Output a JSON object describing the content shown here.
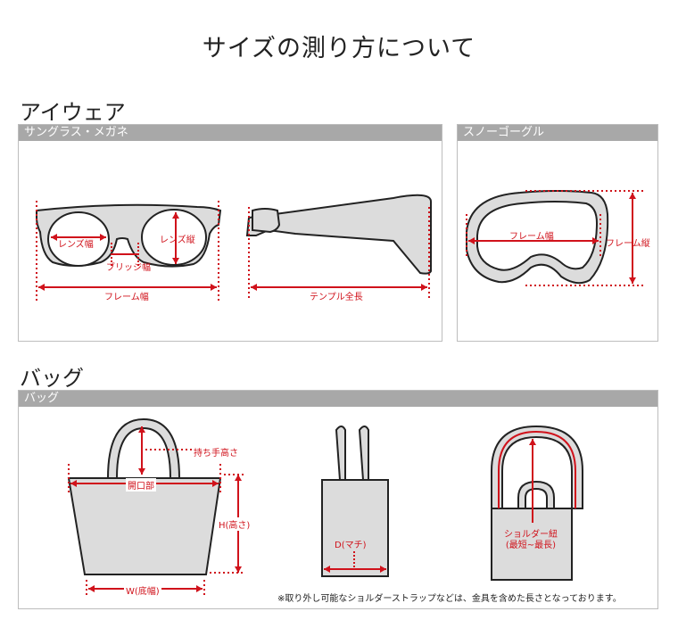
{
  "page_title": "サイズの測り方について",
  "eyewear": {
    "section_title": "アイウェア",
    "sunglasses_panel": "サングラス・メガネ",
    "goggle_panel": "スノーゴーグル",
    "labels": {
      "lens_width": "レンズ幅",
      "lens_height": "レンズ縦",
      "bridge_width": "ブリッジ幅",
      "frame_width": "フレーム幅",
      "temple_length": "テンプル全長",
      "goggle_frame_width": "フレーム幅",
      "goggle_frame_height": "フレーム縦"
    }
  },
  "bag": {
    "section_title": "バッグ",
    "panel": "バッグ",
    "labels": {
      "handle_height": "持ち手高さ",
      "opening": "開口部",
      "height": "H(高さ)",
      "width": "W(底幅)",
      "depth": "D(マチ)",
      "strap_line1": "ショルダー紐",
      "strap_line2": "(最短~最長)"
    },
    "note": "※取り外し可能なショルダーストラップなどは、金具を含めた長さとなっております。"
  },
  "colors": {
    "accent": "#d0121b",
    "panel_bar": "#a8a8a8",
    "border": "#bdbdbd",
    "fill": "#dcdcdc"
  }
}
